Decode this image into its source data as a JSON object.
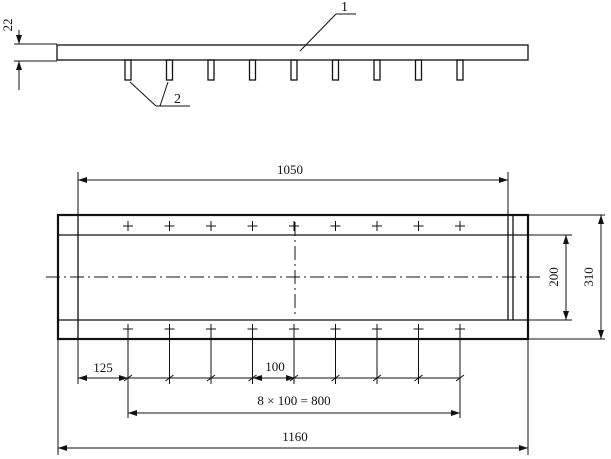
{
  "drawing": {
    "callouts": {
      "part_1": "1",
      "part_2": "2"
    },
    "dimensions": {
      "plate_thickness": "22",
      "rail_span": "1050",
      "inner_height": "200",
      "outer_height": "310",
      "end_offset": "125",
      "pitch": "100",
      "pitch_total": "8 × 100 = 800",
      "overall_length": "1160"
    }
  }
}
